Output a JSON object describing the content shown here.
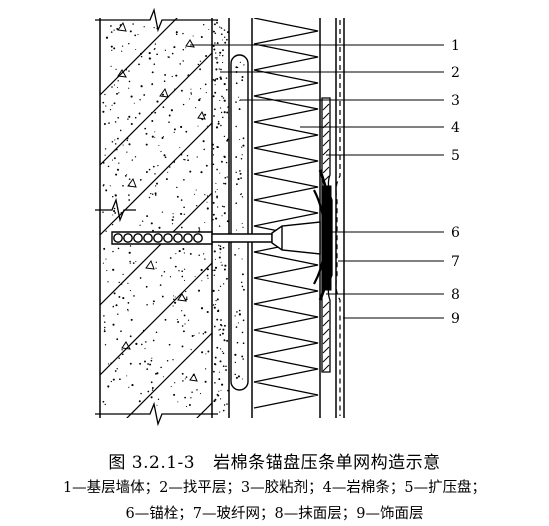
{
  "figure": {
    "number": "图 3.2.1-3",
    "title": "岩棉条锚盘压条单网构造示意",
    "legend_line1": "1—基层墙体；2—找平层；3—胶粘剂；4—岩棉条；5—扩压盘；",
    "legend_line2": "6—锚栓；7—玻纤网；8—抹面层；9—饰面层"
  },
  "callouts": [
    "1",
    "2",
    "3",
    "4",
    "5",
    "6",
    "7",
    "8",
    "9"
  ]
}
